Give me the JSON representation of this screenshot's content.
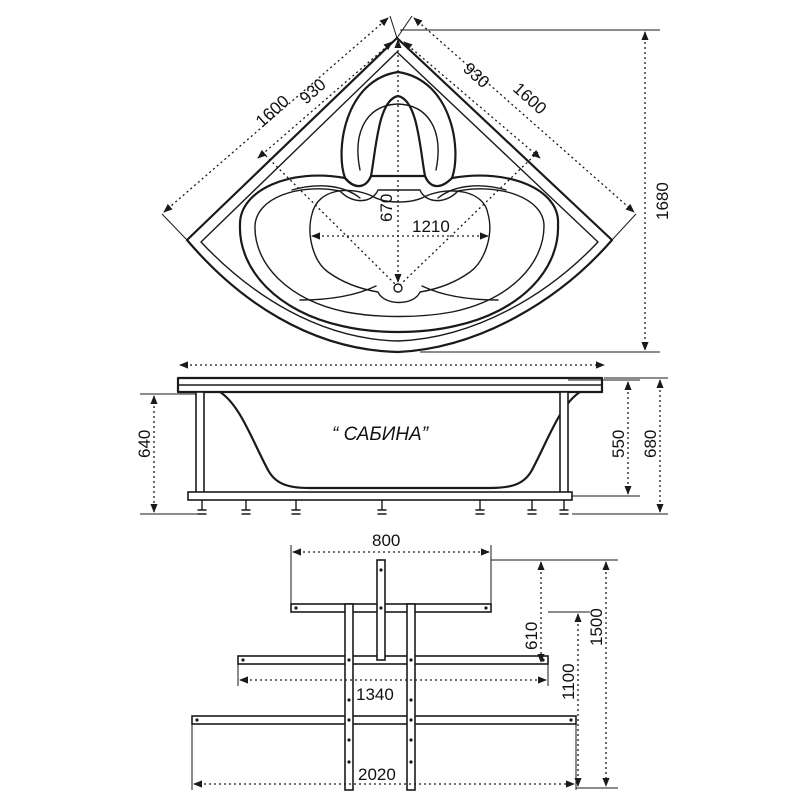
{
  "top_view": {
    "side_length_left": "1600",
    "side_length_right": "1600",
    "inner_length_left": "930",
    "inner_length_right": "930",
    "depth_center": "670",
    "inner_width": "1210",
    "overall_height": "1680"
  },
  "side_view": {
    "model_name": "“ САБИНА”",
    "height_left": "640",
    "height_inner": "550",
    "height_total": "680"
  },
  "frame_view": {
    "top_width": "800",
    "middle_width": "1340",
    "bottom_width": "2020",
    "depth_small": "610",
    "depth_mid": "1100",
    "depth_total": "1500"
  }
}
